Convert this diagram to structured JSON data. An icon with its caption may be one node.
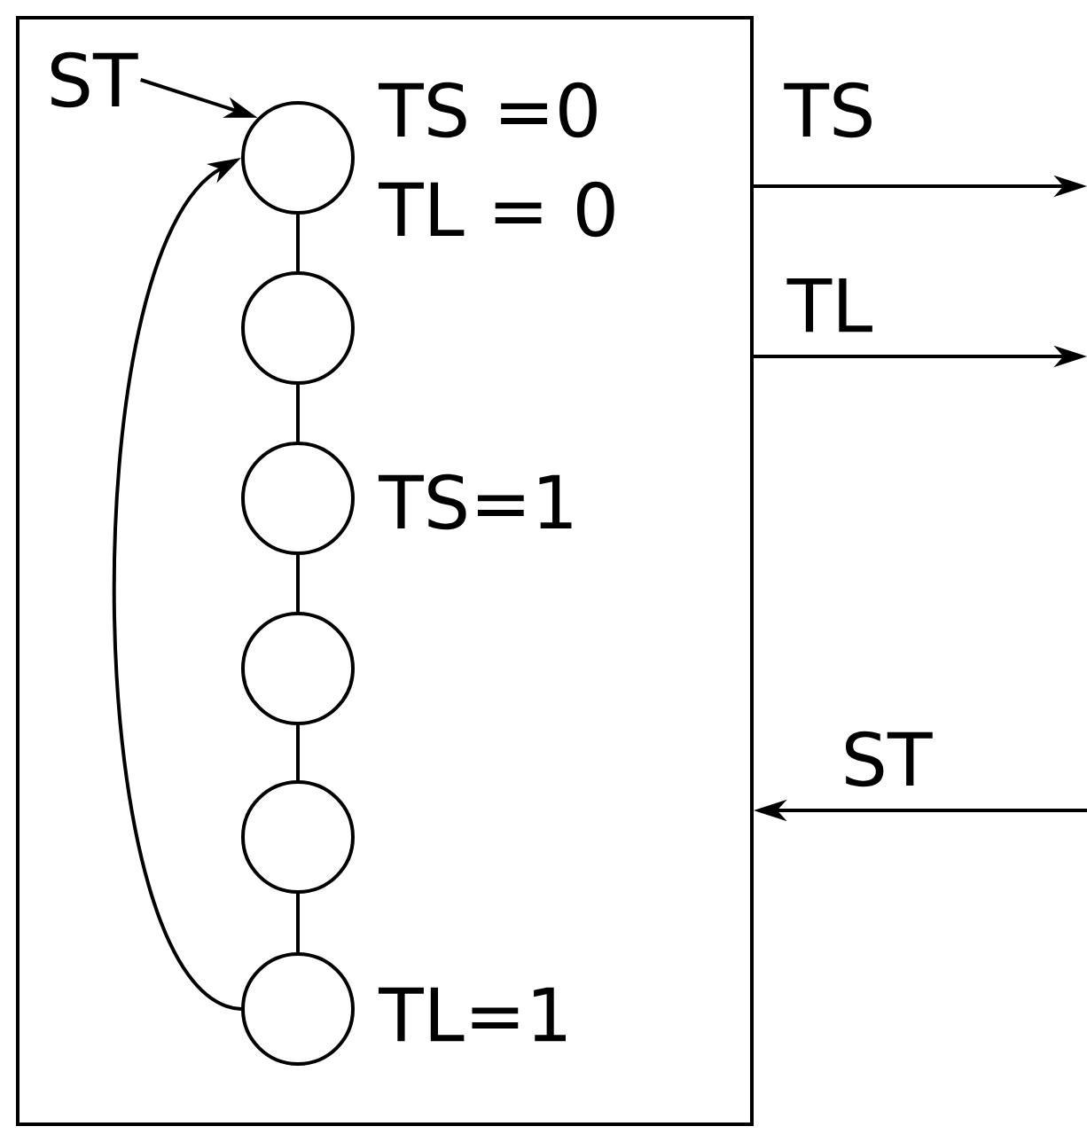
{
  "diagram": {
    "nodes": [
      {
        "text": [],
        "shape": "box"
      },
      {
        "text": [],
        "shape": "circle",
        "in": 0,
        "beside": [
          "TS =0",
          "TL = 0"
        ]
      },
      {
        "text": [],
        "shape": "circle",
        "in": 0
      },
      {
        "text": [],
        "shape": "circle",
        "in": 0,
        "beside": [
          "TS=1"
        ]
      },
      {
        "text": [],
        "shape": "circle",
        "in": 0
      },
      {
        "text": [],
        "shape": "circle",
        "in": 0
      },
      {
        "text": [],
        "shape": "circle",
        "in": 0,
        "beside": [
          "TL=1"
        ]
      },
      {
        "text": [
          "ST"
        ],
        "in": 0
      }
    ],
    "edges": [
      {
        "from": 1,
        "to": 2,
        "arrow": "none"
      },
      {
        "from": 2,
        "to": 3,
        "arrow": "none"
      },
      {
        "from": 3,
        "to": 4,
        "arrow": "none"
      },
      {
        "from": 4,
        "to": 5,
        "arrow": "none"
      },
      {
        "from": 5,
        "to": 6,
        "arrow": "none"
      },
      {
        "from": 6,
        "to": 1,
        "arrow": "to"
      },
      {
        "from": 7,
        "to": 1,
        "arrow": "to"
      },
      {
        "from": 0,
        "to": null,
        "arrow": "to",
        "label": "TS"
      },
      {
        "from": 0,
        "to": null,
        "arrow": "to",
        "label": "TL"
      },
      {
        "from": null,
        "to": 0,
        "arrow": "to",
        "label": "ST"
      }
    ]
  }
}
